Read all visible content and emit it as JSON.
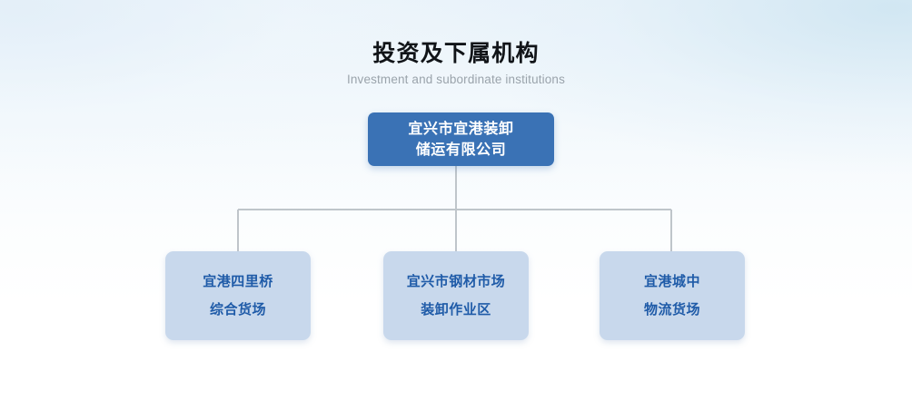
{
  "heading": {
    "title": "投资及下属机构",
    "subtitle": "Investment and subordinate institutions"
  },
  "colors": {
    "root_fill": "#3a72b5",
    "root_text": "#ffffff",
    "child_fill": "#c8d8ec",
    "child_text": "#1f5ba8",
    "connector": "#bfc5ca",
    "title_text": "#111418",
    "subtitle_text": "#9aa3ab",
    "background_top": "#eaf3fa",
    "background_bottom": "#ffffff"
  },
  "chart_data": {
    "type": "diagram",
    "diagram_type": "organization-tree",
    "title": "投资及下属机构",
    "subtitle": "Investment and subordinate institutions",
    "root": {
      "id": "root",
      "label": "宜兴市宜港装卸\n储运有限公司",
      "lines": [
        "宜兴市宜港装卸",
        "储运有限公司"
      ]
    },
    "children": [
      {
        "id": "child-0",
        "label": "宜港四里桥\n综合货场",
        "lines": [
          "宜港四里桥",
          "综合货场"
        ]
      },
      {
        "id": "child-1",
        "label": "宜兴市钢材市场\n装卸作业区",
        "lines": [
          "宜兴市钢材市场",
          "装卸作业区"
        ]
      },
      {
        "id": "child-2",
        "label": "宜港城中\n物流货场",
        "lines": [
          "宜港城中",
          "物流货场"
        ]
      }
    ],
    "edges": [
      {
        "from": "root",
        "to": "child-0"
      },
      {
        "from": "root",
        "to": "child-1"
      },
      {
        "from": "root",
        "to": "child-2"
      }
    ]
  }
}
